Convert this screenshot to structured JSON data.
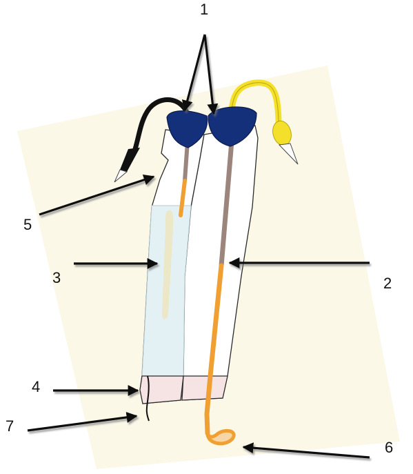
{
  "colors": {
    "paper": "#fbf8e8",
    "outline": "#2a2a2a",
    "cap_blue": "#15307a",
    "wire_black": "#111111",
    "wire_yellow": "#f4e02a",
    "tube_orange": "#f0a032",
    "tube_gray": "#9b857c",
    "sleeve_blue": "#e4f1f4",
    "band_pink": "#f6e4e4",
    "insert_cream": "#ece7c6",
    "arrow": "#111111"
  },
  "callouts": [
    {
      "id": "c1",
      "label": "1",
      "icon": "arrow-icon"
    },
    {
      "id": "c2",
      "label": "2",
      "icon": "arrow-icon"
    },
    {
      "id": "c3",
      "label": "3",
      "icon": "arrow-icon"
    },
    {
      "id": "c4",
      "label": "4",
      "icon": "arrow-icon"
    },
    {
      "id": "c5",
      "label": "5",
      "icon": "arrow-icon"
    },
    {
      "id": "c6",
      "label": "6",
      "icon": "arrow-icon"
    },
    {
      "id": "c7",
      "label": "7",
      "icon": "arrow-icon"
    }
  ]
}
